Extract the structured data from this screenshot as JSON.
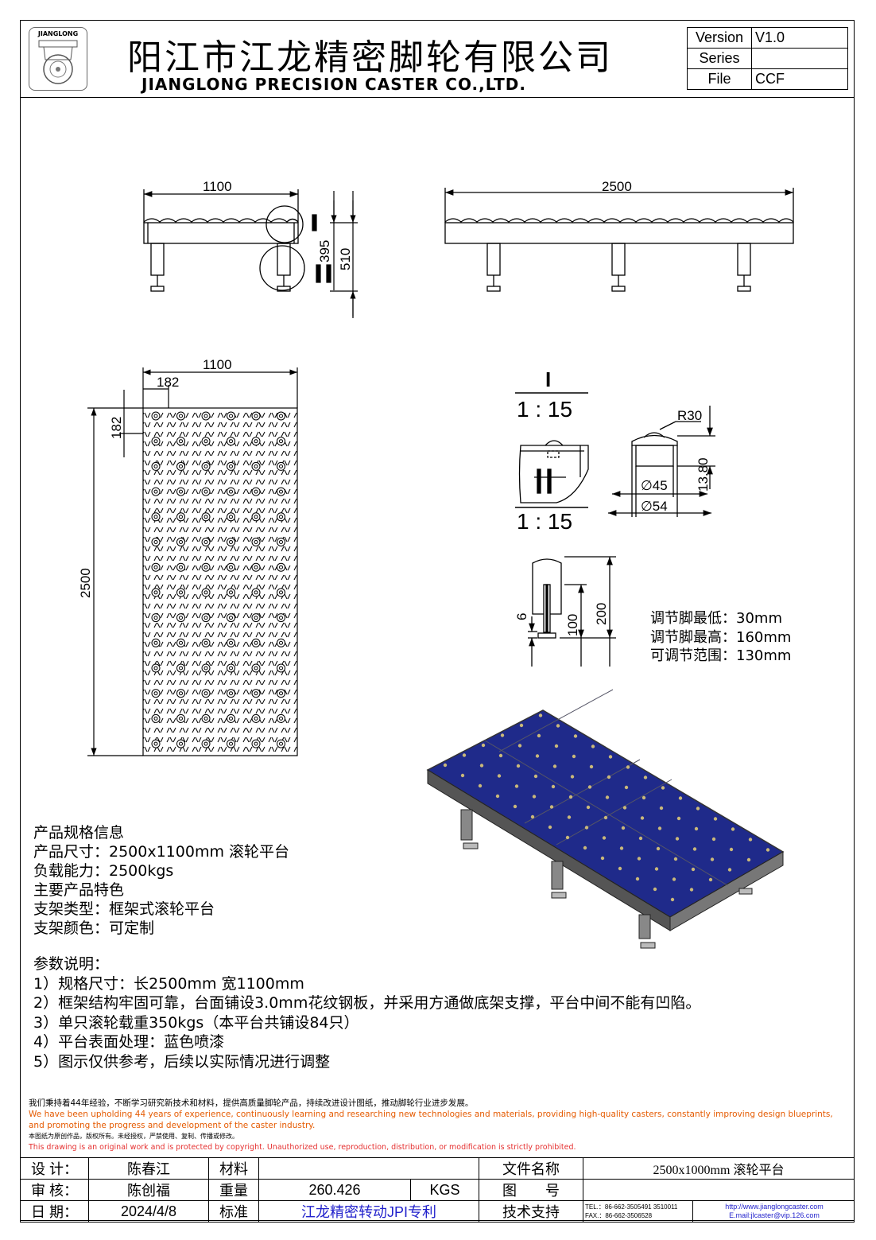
{
  "header": {
    "logo_text": "JIANGLONG",
    "company_cn": "阳江市江龙精密脚轮有限公司",
    "company_en": "JIANGLONG PRECISION CASTER CO.,LTD.",
    "meta": [
      {
        "key": "Version",
        "value": "V1.0"
      },
      {
        "key": "Series",
        "value": ""
      },
      {
        "key": "File",
        "value": "CCF"
      }
    ]
  },
  "drawing": {
    "dims": {
      "side_width": "1100",
      "front_length": "2500",
      "height_395": "395",
      "height_510": "510",
      "top_width": "1100",
      "top_pitch_x": "182",
      "top_pitch_y": "182",
      "top_length": "2500",
      "detail_label": "I",
      "scale_1": "1 : 15",
      "scale_2": "1 : 15",
      "r30": "R30",
      "d45": "∅45",
      "d54": "∅54",
      "h1380": "13.80",
      "foot_6": "6",
      "foot_100": "100",
      "foot_200": "200"
    },
    "adjust_lines": [
      "调节脚最低：30mm",
      "调节脚最高：160mm",
      "可调节范围：130mm"
    ]
  },
  "specs": {
    "lines": [
      "产品规格信息",
      "产品尺寸：2500x1100mm 滚轮平台",
      "负载能力：2500kgs",
      "主要产品特色",
      "支架类型：框架式滚轮平台",
      "支架颜色：可定制"
    ]
  },
  "params": {
    "lines": [
      "参数说明：",
      "1）规格尺寸：长2500mm 宽1100mm",
      "2）框架结构牢固可靠，台面铺设3.0mm花纹钢板，并采用方通做底架支撑，平台中间不能有凹陷。",
      "3）单只滚轮载重350kgs（本平台共铺设84只）",
      "4）平台表面处理：蓝色喷漆",
      "5）图示仅供参考，后续以实际情况进行调整"
    ]
  },
  "notes": {
    "cn1": "我们秉持着44年经验，不断学习研究新技术和材料，提供高质量脚轮产品，持续改进设计图纸，推动脚轮行业进步发展。",
    "en1a": "We have been upholding 44 years of experience, continuously learning and researching new technologies and materials, providing high-quality casters, constantly improving design blueprints,",
    "en1b": "and promoting the progress and development of the caster industry.",
    "cn2": "本图纸为原创作品，版权所有。未经授权，严禁使用、复制、传播或修改。",
    "en2": "This drawing is an original work and is protected by copyright. Unauthorized use, reproduction, distribution, or modification is strictly prohibited."
  },
  "titleblock": {
    "design_label": "设 计：",
    "design_value": "陈春江",
    "material_label": "材料",
    "material_value": "",
    "filename_label": "文件名称",
    "filename_value": "2500x1000mm 滚轮平台",
    "review_label": "审 核：",
    "review_value": "陈创福",
    "weight_label": "重量",
    "weight_value": "260.426",
    "weight_unit": "KGS",
    "drawing_no_label": "图　　号",
    "drawing_no_value": "",
    "date_label": "日 期：",
    "date_value": "2024/4/8",
    "standard_label": "标准",
    "standard_value": "江龙精密转动JPI专利",
    "support_label": "技术支持",
    "tel": "TEL.：86-662-3505491 3510011",
    "fax": "FAX.：86-662-3506528",
    "web": "http://www.jianglongcaster.com",
    "email": "E.mail:jlcaster@vip.126.com"
  },
  "colors": {
    "platform": "#1f2a8a",
    "frame": "#555555",
    "accent_orange": "#e55a00",
    "accent_blue": "#2222cc"
  }
}
